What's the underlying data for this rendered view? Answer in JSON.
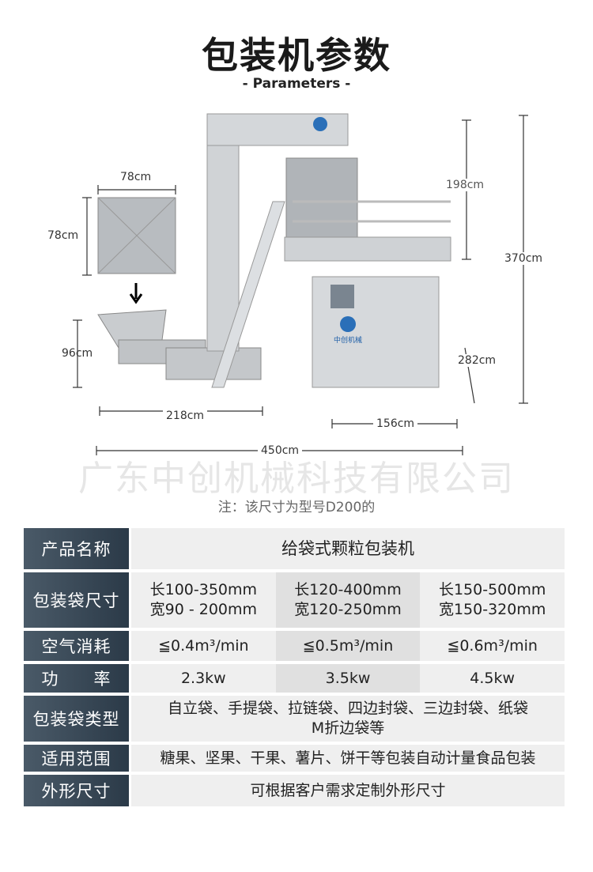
{
  "header": {
    "title": "包装机参数",
    "subtitle": "- Parameters -"
  },
  "dimensions": {
    "hopper_width": "78cm",
    "hopper_depth": "78cm",
    "feeder_height": "96cm",
    "elevator_length": "218cm",
    "total_length": "450cm",
    "packer_width": "156cm",
    "weigher_height": "198cm",
    "total_height": "370cm",
    "packer_height": "282cm"
  },
  "machine_brand": "中创机械",
  "watermark": "广东中创机械科技有限公司",
  "note": "注：该尺寸为型号D200的",
  "table": {
    "rows": [
      {
        "label": "产品名称",
        "cells": [
          "给袋式颗粒包装机"
        ]
      },
      {
        "label": "包装袋尺寸",
        "cells": [
          [
            "长100-350mm",
            "宽90 - 200mm"
          ],
          [
            "长120-400mm",
            "宽120-250mm"
          ],
          [
            "长150-500mm",
            "宽150-320mm"
          ]
        ]
      },
      {
        "label": "空气消耗",
        "cells": [
          "≦0.4m³/min",
          "≦0.5m³/min",
          "≦0.6m³/min"
        ]
      },
      {
        "label": "功　　率",
        "cells": [
          "2.3kw",
          "3.5kw",
          "4.5kw"
        ]
      },
      {
        "label": "包装袋类型",
        "cells": [
          [
            "自立袋、手提袋、拉链袋、四边封袋、三边封袋、纸袋",
            "M折边袋等"
          ]
        ]
      },
      {
        "label": "适用范围",
        "cells": [
          "糖果、坚果、干果、薯片、饼干等包装自动计量食品包装"
        ]
      },
      {
        "label": "外形尺寸",
        "cells": [
          "可根据客户需求定制外形尺寸"
        ]
      }
    ]
  }
}
